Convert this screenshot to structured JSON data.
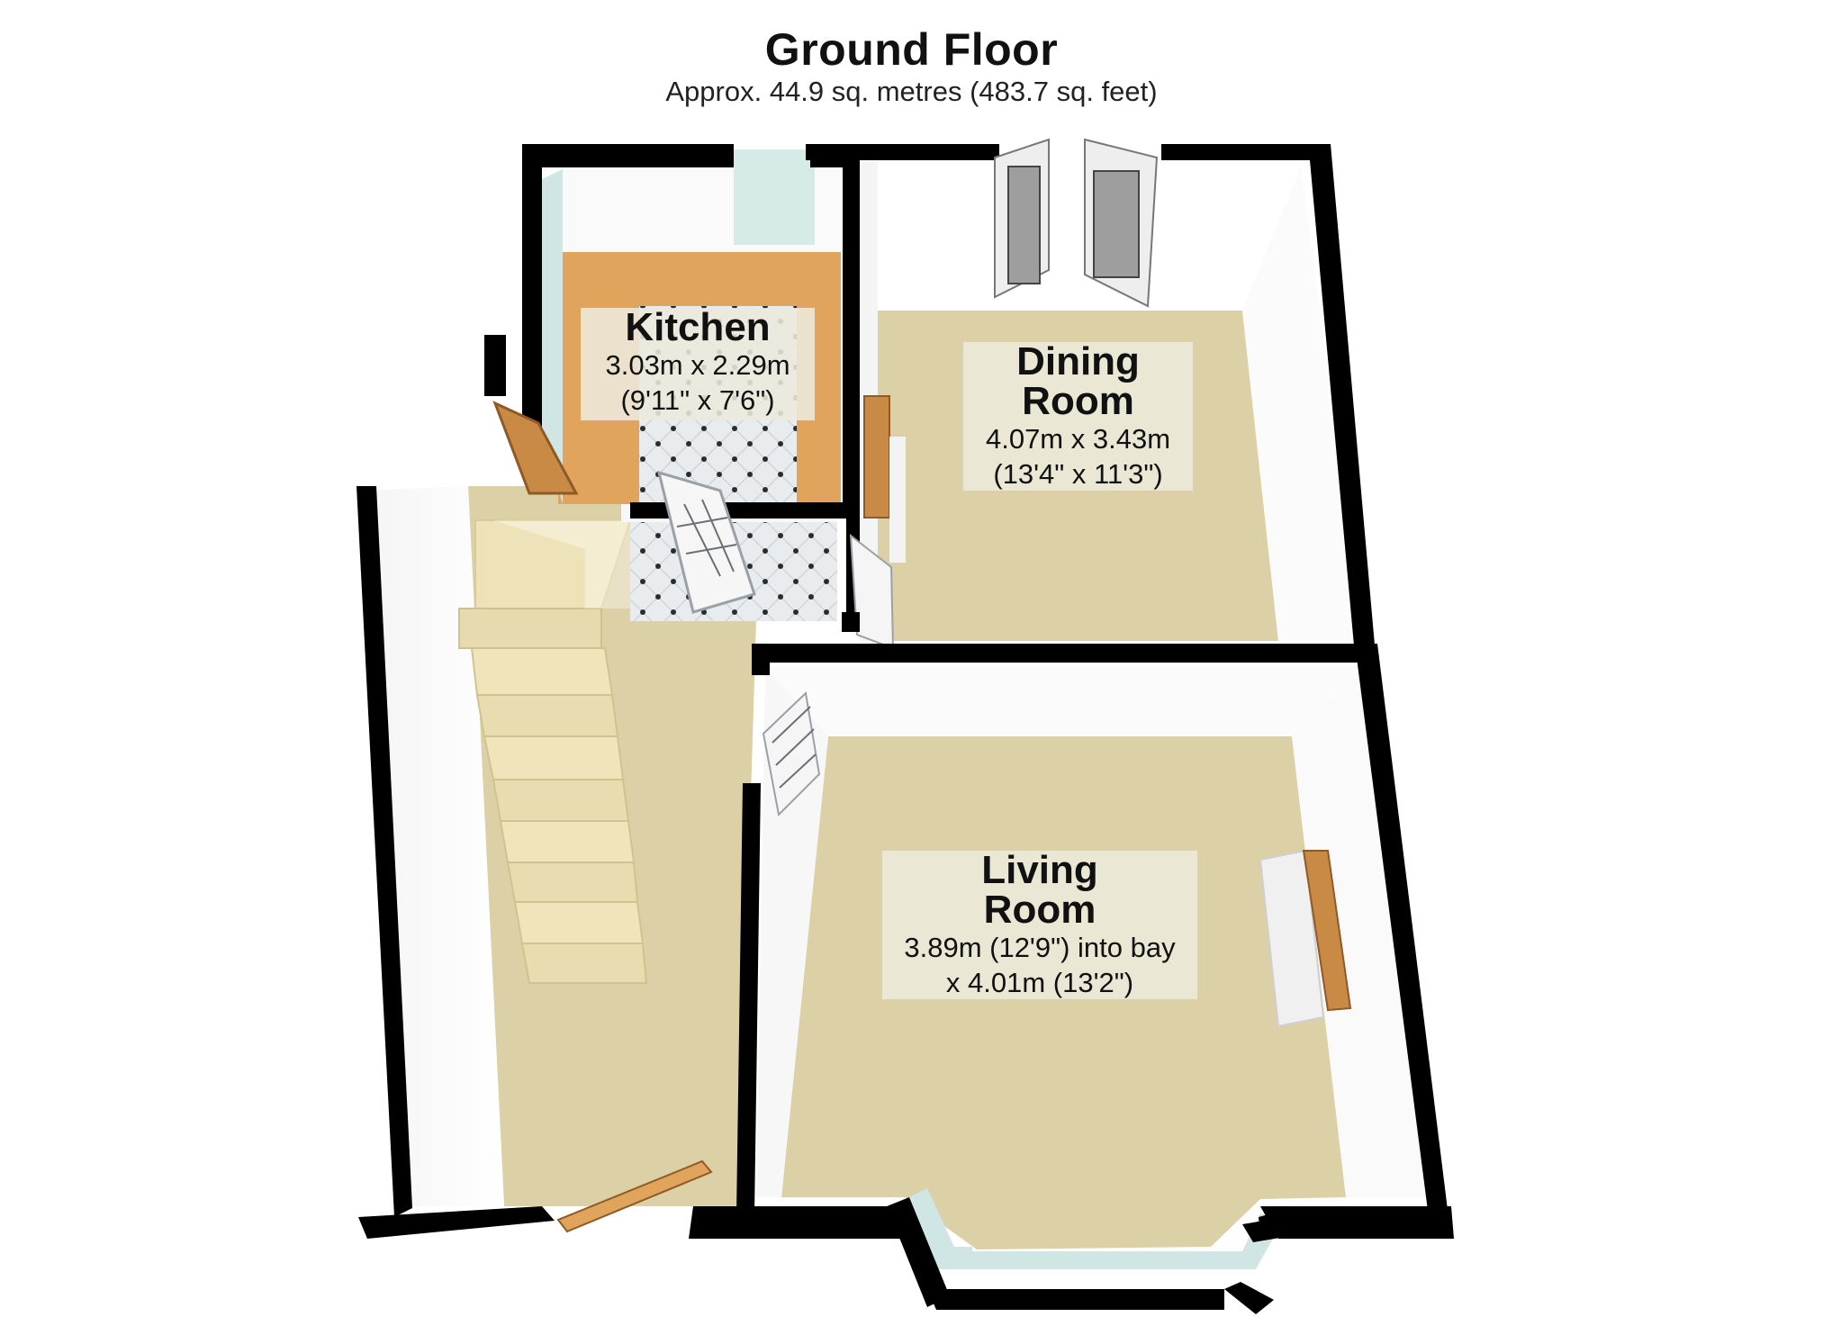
{
  "floor": {
    "title": "Ground Floor",
    "area": "Approx. 44.9 sq. metres (483.7 sq. feet)"
  },
  "rooms": {
    "kitchen": {
      "name": "Kitchen",
      "dim1": "3.03m x 2.29m",
      "dim2": "(9'11\" x 7'6\")"
    },
    "dining": {
      "name_line1": "Dining",
      "name_line2": "Room",
      "dim1": "4.07m x 3.43m",
      "dim2": "(13'4\" x 11'3\")"
    },
    "living": {
      "name_line1": "Living",
      "name_line2": "Room",
      "dim1": "3.89m (12'9\") into bay",
      "dim2": "x 4.01m (13'2\")"
    }
  },
  "colors": {
    "wall": "#000000",
    "carpet": "#dcd1a6",
    "wall_face": "#ffffff",
    "kitchen_worktop": "#e0a45c",
    "window_glass": "#cfe6e4",
    "stairs": "#eadfb4"
  }
}
